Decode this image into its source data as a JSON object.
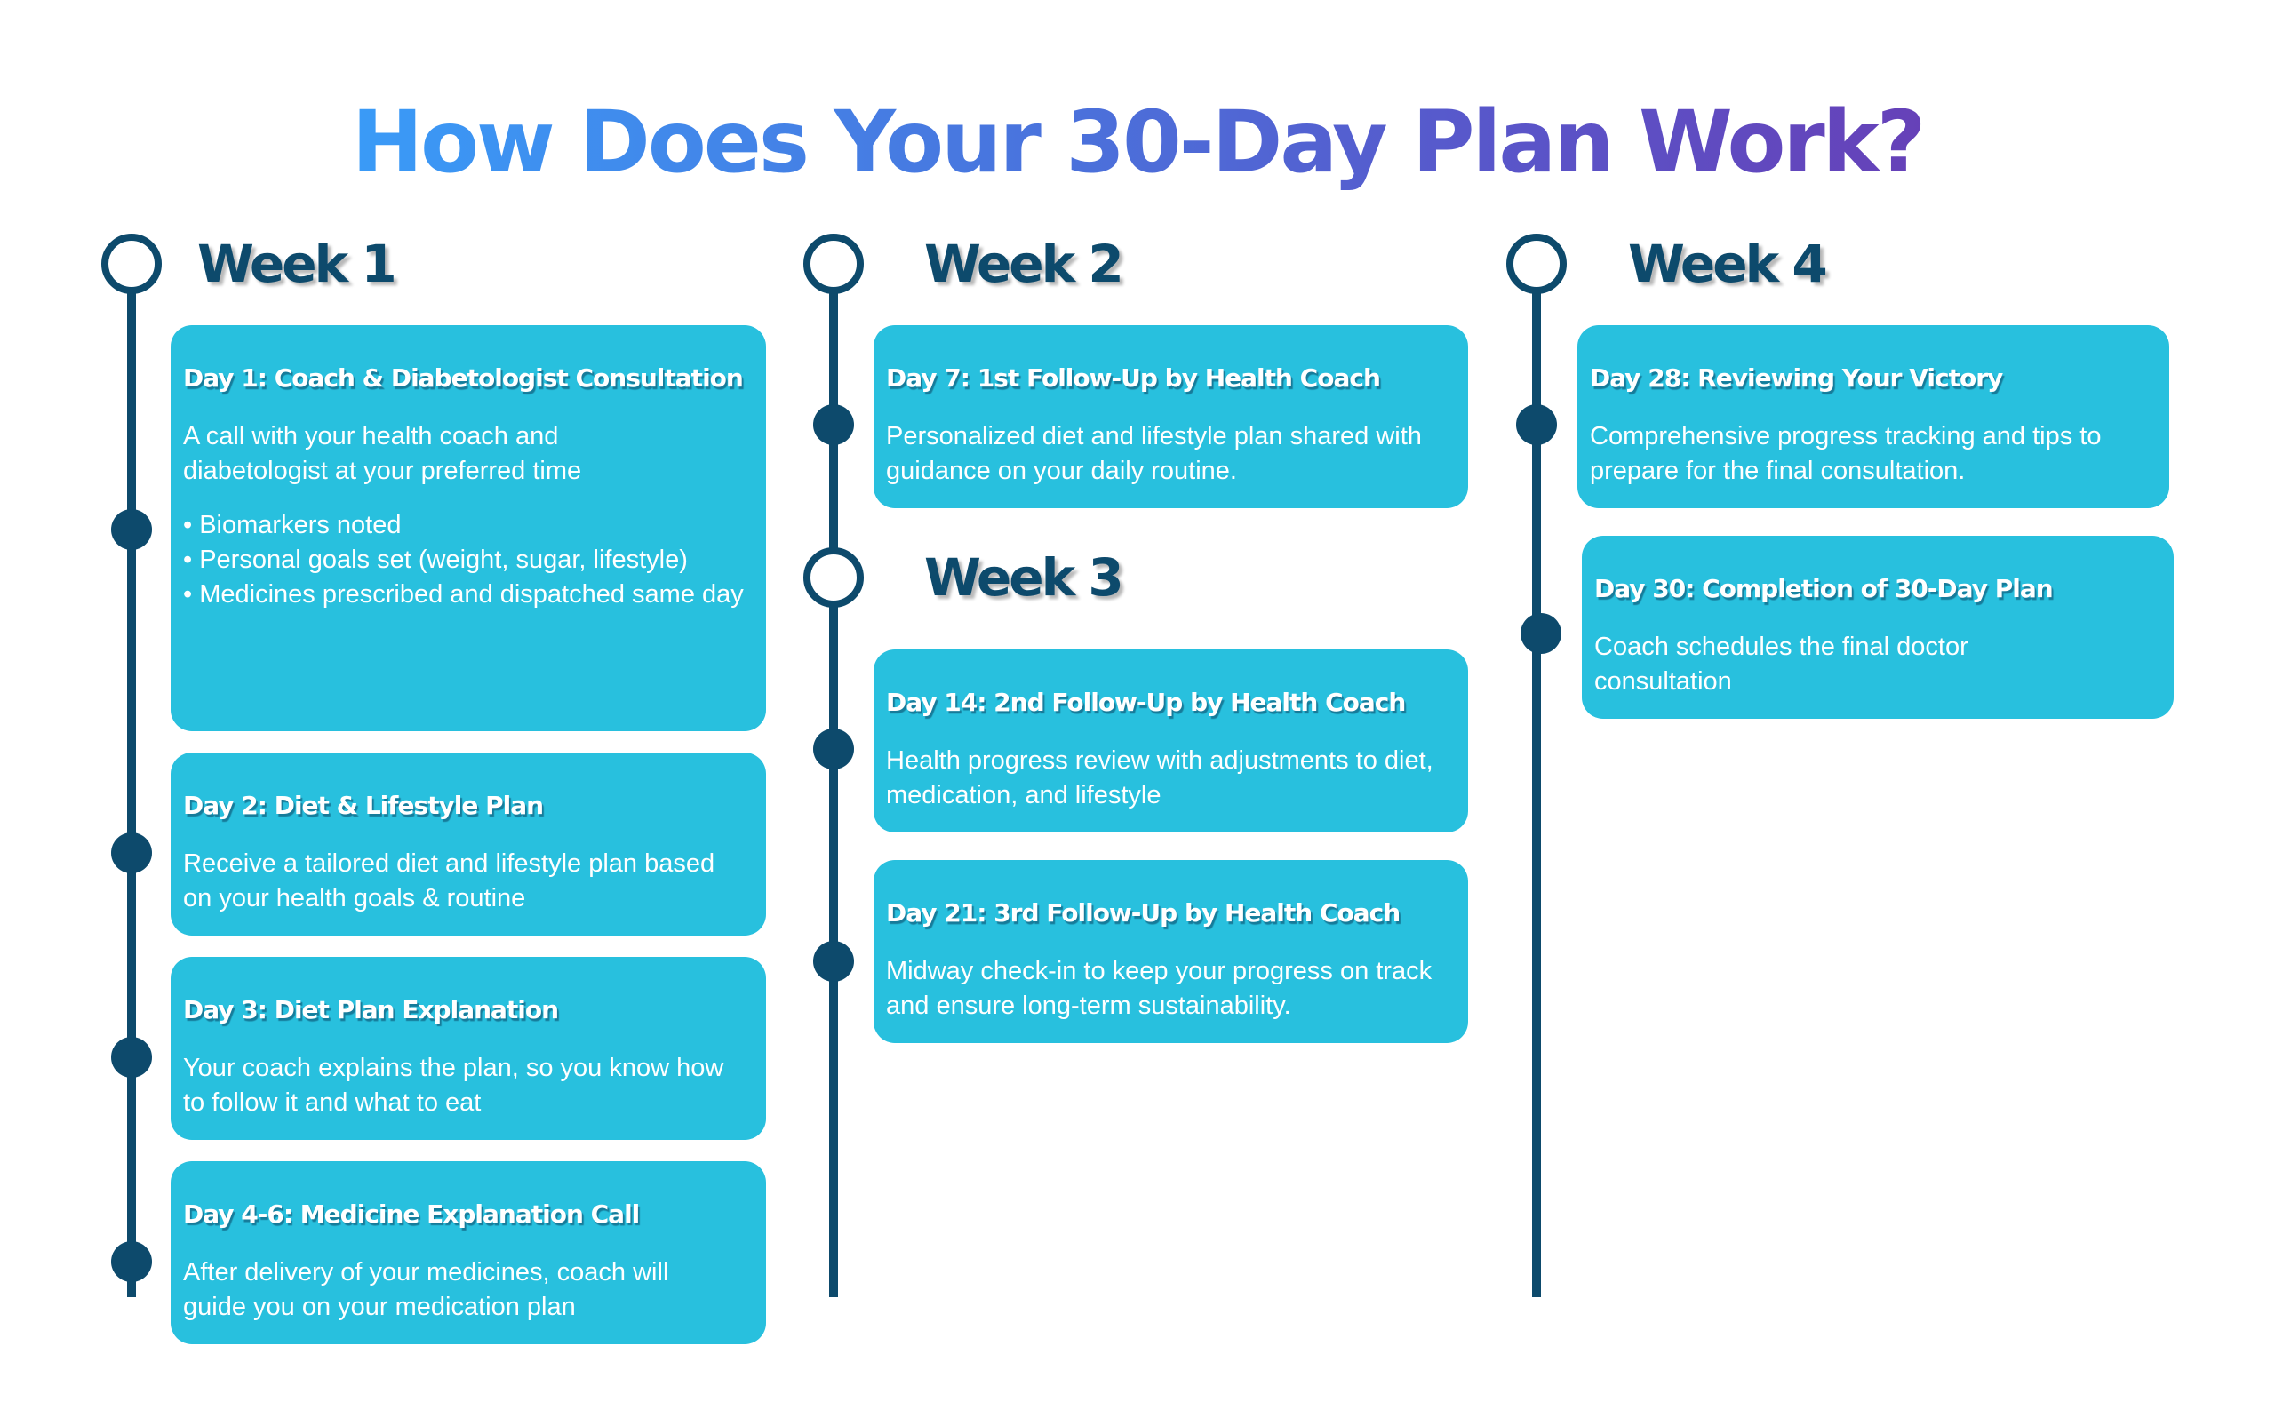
{
  "title": "How Does Your 30-Day Plan Work?",
  "colors": {
    "title_gradient_start": "#3a9bf7",
    "title_gradient_end": "#6641b8",
    "timeline": "#0d4a6c",
    "card_bg": "#28c0de",
    "card_text": "#ffffff"
  },
  "weeks": [
    {
      "label": "Week 1"
    },
    {
      "label": "Week 2"
    },
    {
      "label": "Week 3"
    },
    {
      "label": "Week 4"
    }
  ],
  "steps": [
    {
      "week": "Week 1",
      "title": "Day 1: Coach & Diabetologist Consultation",
      "body": "A call with your health coach and diabetologist at your preferred time",
      "bullets": [
        "• Biomarkers noted",
        "• Personal goals set (weight, sugar, lifestyle)",
        "• Medicines prescribed and dispatched same day"
      ]
    },
    {
      "week": "Week 1",
      "title": "Day 2: Diet & Lifestyle Plan",
      "body": "Receive a tailored diet and lifestyle plan based on your health goals & routine"
    },
    {
      "week": "Week 1",
      "title": "Day 3: Diet Plan Explanation",
      "body": "Your coach explains the plan, so you know how to follow it and what to eat"
    },
    {
      "week": "Week 1",
      "title": "Day 4-6: Medicine Explanation Call",
      "body": "After delivery of your medicines, coach will guide you on your medication plan"
    },
    {
      "week": "Week 2",
      "title": "Day 7: 1st Follow-Up by Health Coach",
      "body": "Personalized diet and lifestyle plan shared with guidance on your daily routine."
    },
    {
      "week": "Week 3",
      "title": "Day 14: 2nd Follow-Up by Health Coach",
      "body": "Health progress review with adjustments to diet, medication, and lifestyle"
    },
    {
      "week": "Week 3",
      "title": "Day 21: 3rd Follow-Up by Health Coach",
      "body": "Midway check-in to keep your progress on track and ensure long-term sustainability."
    },
    {
      "week": "Week 4",
      "title": "Day 28: Reviewing Your Victory",
      "body": "Comprehensive progress tracking and tips to prepare for the final consultation."
    },
    {
      "week": "Week 4",
      "title": "Day 30: Completion of 30-Day Plan",
      "body": "Coach schedules the final doctor consultation"
    }
  ]
}
